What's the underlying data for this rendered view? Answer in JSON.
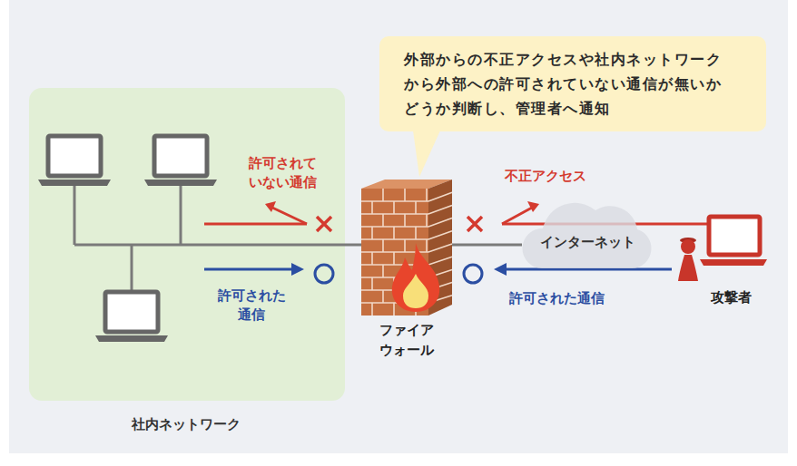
{
  "diagram": {
    "nodes": [
      {
        "text": [
          "社内ネットワーク"
        ]
      },
      {
        "text": [
          "外部からの不正アクセスや社内ネットワーク から外部への許可されていない通信が無いか どうか判断し、管理者へ通知"
        ]
      },
      {
        "text": [
          "ファイア ウォール"
        ]
      },
      {
        "text": [
          "インターネット"
        ]
      },
      {
        "text": [
          "攻撃者"
        ]
      }
    ],
    "labels": [
      "許可されて いない通信",
      "不正アクセス",
      "許可された 通信",
      "許可された通信"
    ]
  }
}
